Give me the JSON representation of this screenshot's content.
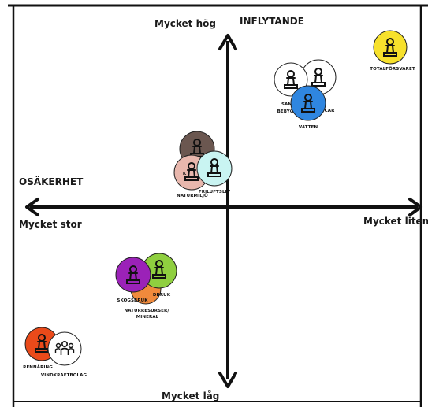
{
  "axes": {
    "top_label": "Mycket hög",
    "top_title": "INFLYTANDE",
    "left_title": "OSÄKERHET",
    "left_label": "Mycket stor",
    "right_label": "Mycket liten",
    "bottom_label": "Mycket låg"
  },
  "stakeholders": [
    {
      "id": "totalforsvaret",
      "label": "TOTALFÖRSVARET",
      "color": "#f7e12c",
      "icon": "pawn-icon"
    },
    {
      "id": "samer",
      "label": "SAM",
      "color": "#ffffff",
      "icon": "pawn-icon"
    },
    {
      "id": "bebyggelse",
      "label": "BEBYG",
      "color": "#ffffff",
      "icon": "pawn-icon"
    },
    {
      "id": "car",
      "label": "CAR",
      "color": "#ffffff",
      "icon": "pawn-icon"
    },
    {
      "id": "vatten",
      "label": "VATTEN",
      "color": "#2f86e0",
      "icon": "pawn-icon"
    },
    {
      "id": "kultur",
      "label": "K",
      "color": "#6b5750",
      "icon": "pawn-icon"
    },
    {
      "id": "naturmiljo",
      "label": "NATURMILJÖ",
      "color": "#e8b7ad",
      "icon": "pawn-icon"
    },
    {
      "id": "friluftsliv",
      "label": "FRILUFTSLIV",
      "color": "#c9f4f2",
      "icon": "pawn-icon"
    },
    {
      "id": "jordbruk",
      "label": "DBRUK",
      "color": "#8fcf3f",
      "icon": "pawn-icon"
    },
    {
      "id": "skogsbruk",
      "label": "SKOGSBRUK",
      "color": "#9b22b8",
      "icon": "pawn-icon"
    },
    {
      "id": "naturresurser",
      "label": "NATURRESURSER/ MINERAL",
      "color": "#f08a3c",
      "icon": "pawn-icon"
    },
    {
      "id": "rennaring",
      "label": "RENNÄRING",
      "color": "#ea4a1a",
      "icon": "pawn-icon"
    },
    {
      "id": "vindkraftbolag",
      "label": "VINDKRAFTBOLAG",
      "color": "#ffffff",
      "icon": "people-group-icon"
    }
  ]
}
